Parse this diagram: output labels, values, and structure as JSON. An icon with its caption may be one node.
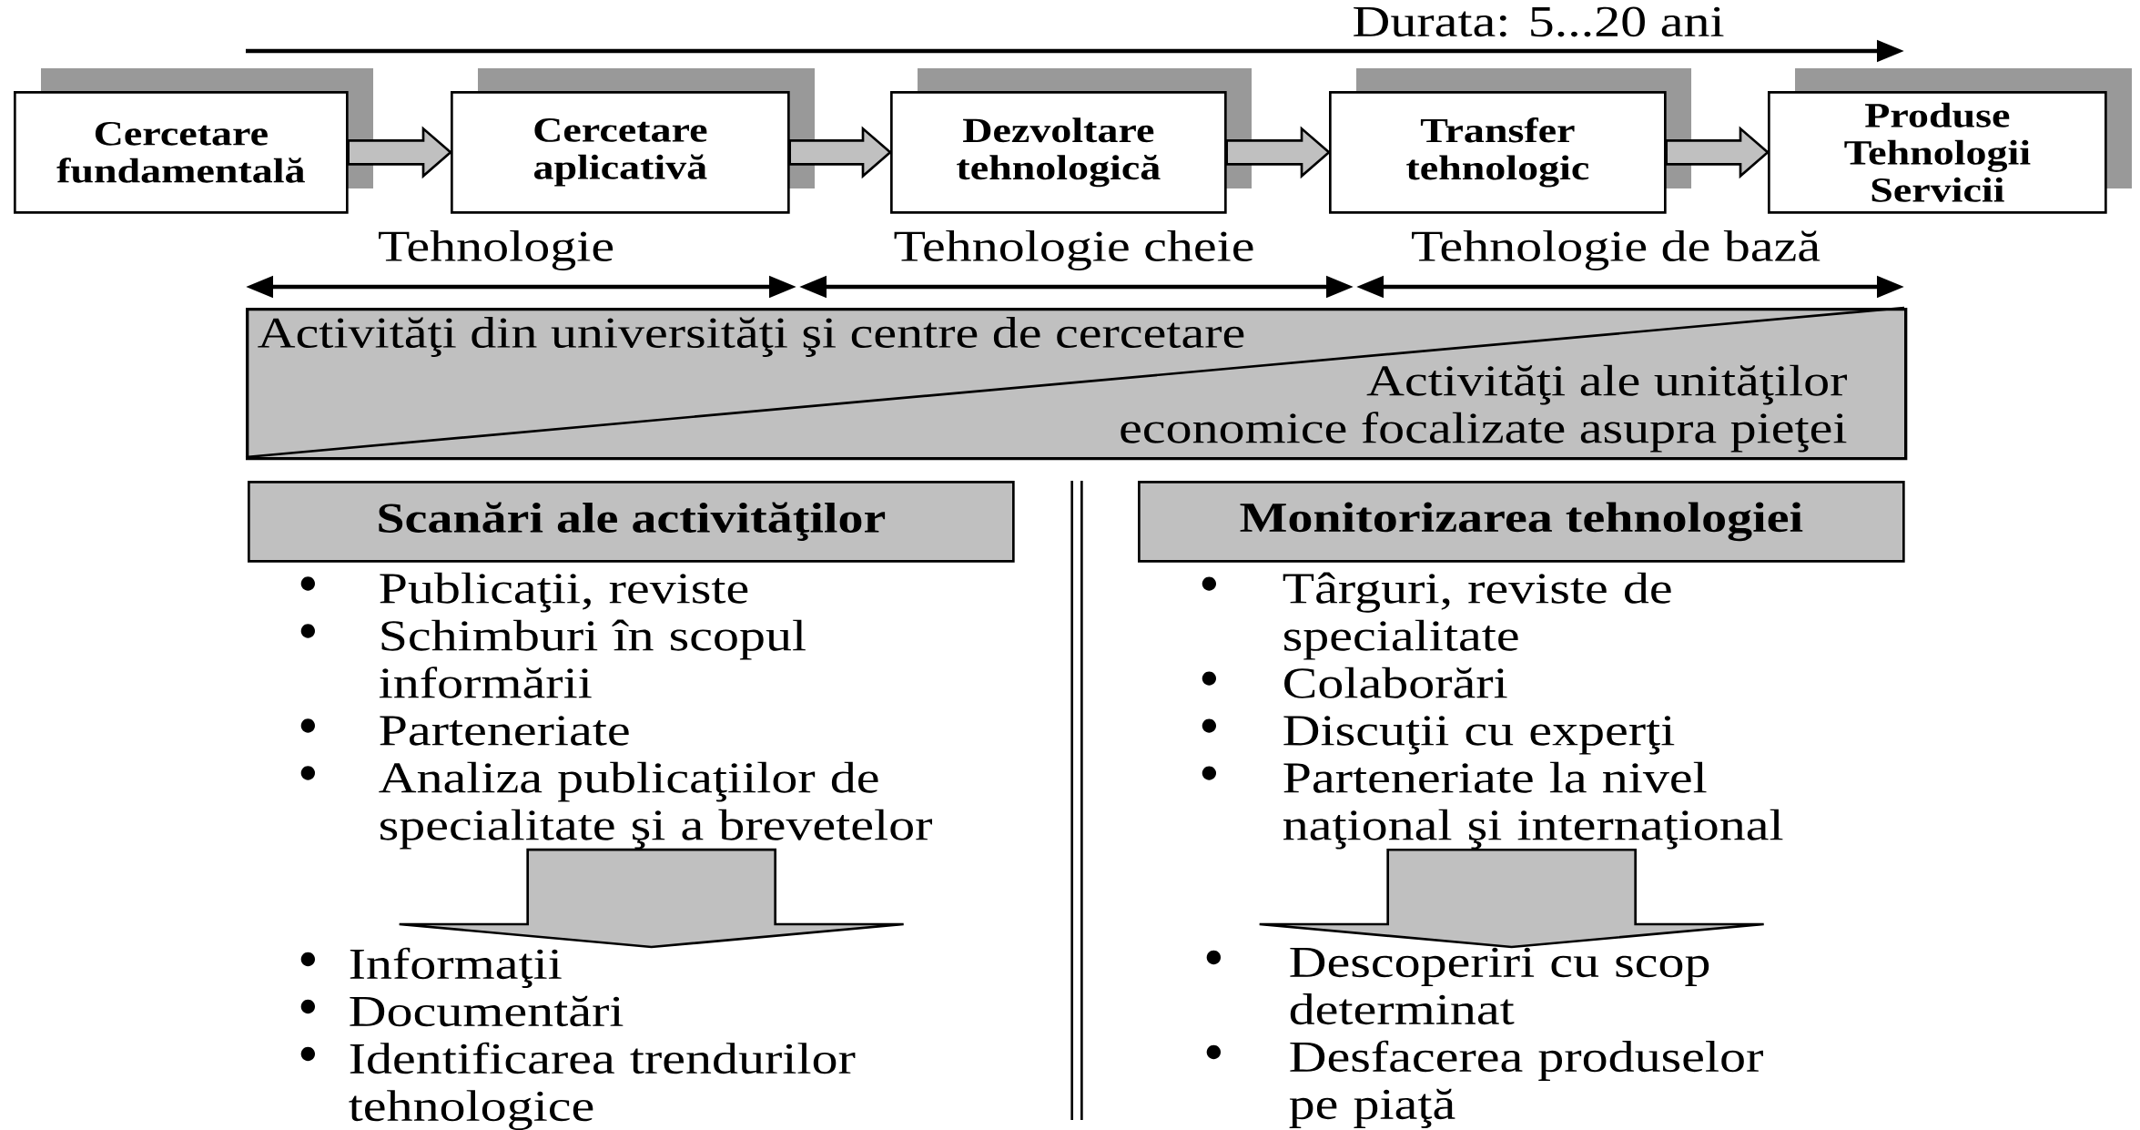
{
  "diagram": {
    "nodes": [
      {
        "text": [
          "Cercetare fundamentală"
        ]
      },
      {
        "text": [
          "Cercetare aplicativă"
        ]
      },
      {
        "text": [
          "Dezvoltare tehnologică"
        ]
      },
      {
        "text": [
          "Transfer tehnologic"
        ]
      },
      {
        "text": [
          "Produse Tehnologii Servicii"
        ]
      },
      {
        "text": [
          "Activităţi din universităţi şi centre de cercetare",
          "Activităţi ale unităţilor economice focalizate asupra pieţei"
        ]
      },
      {
        "text": [
          "Scanări ale activităţilor"
        ]
      },
      {
        "text": [
          "Monitorizarea tehnologiei"
        ]
      },
      {
        "text": [
          "Publicaţii, reviste",
          "Schimburi în scopul informării",
          "Parteneriate",
          "Analiza publicaţiilor de specialitate şi a brevetelor"
        ]
      },
      {
        "text": [
          "Informaţii",
          "Documentări",
          "Identificarea trendurilor tehnologice"
        ]
      },
      {
        "text": [
          "Târguri, reviste de specialitate",
          "Colaborări",
          "Discuţii cu experţi",
          "Parteneriate la nivel naţional şi internaţional"
        ]
      },
      {
        "text": [
          "Descoperiri cu scop determinat",
          "Desfacerea produselor pe piaţă"
        ]
      }
    ],
    "edges": [
      {
        "from": 0,
        "to": 1,
        "arrow": "to"
      },
      {
        "from": 1,
        "to": 2,
        "arrow": "to"
      },
      {
        "from": 2,
        "to": 3,
        "arrow": "to"
      },
      {
        "from": 3,
        "to": 4,
        "arrow": "to"
      },
      {
        "from": 8,
        "to": 9,
        "arrow": "to"
      },
      {
        "from": 10,
        "to": 11,
        "arrow": "to"
      }
    ],
    "labels": [
      "Durata: 5...20 ani",
      "Tehnologie",
      "Tehnologie cheie",
      "Tehnologie de bază"
    ]
  }
}
